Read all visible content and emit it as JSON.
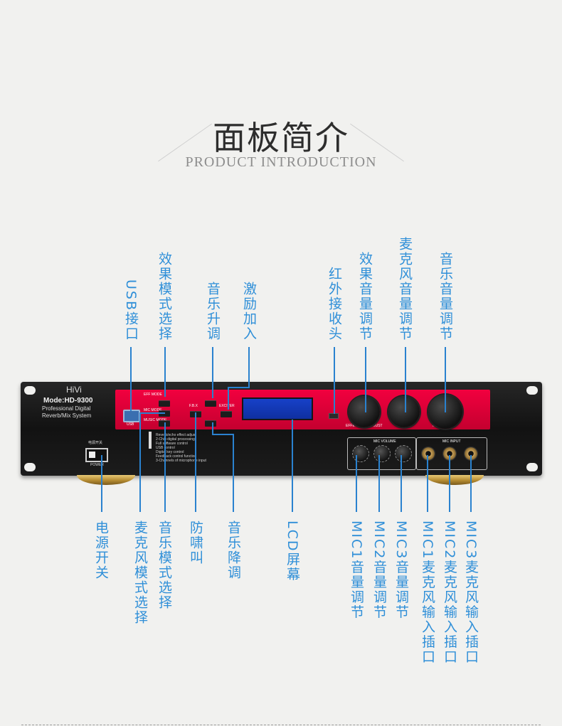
{
  "header": {
    "title": "面板简介",
    "subtitle": "PRODUCT INTRODUCTION"
  },
  "device": {
    "brand": "HiVi",
    "model": "Mode:HD-9300",
    "desc_line1": "Professional Digital",
    "desc_line2": "Reverb/Mix System",
    "usb_text": "USB",
    "eff_mode": "EFF MODE",
    "mic_mode": "MIC MODE",
    "music_mode": "MUSIC MODE",
    "fbx": "F.B.X",
    "exciter": "EXCITER",
    "effect_vol": "EFFECT VOL/ADJUST",
    "mic_vol": "MIC VOL",
    "music_vol": "MUSIC VOL",
    "mic_volume_header": "MIC VOLUME",
    "mic_input_header": "MIC INPUT",
    "power_text": "POWER",
    "power_zh": "电源开关",
    "features": [
      "Reverb/echo effect adjust",
      "2-Chip digital processing",
      "Full software control",
      "USB control",
      "Digital key control",
      "Feedback control function",
      "3-Channels of microphone input"
    ]
  },
  "labels_top": [
    {
      "id": "usb",
      "text": "USB接口"
    },
    {
      "id": "eff",
      "text": "效果模式选择"
    },
    {
      "id": "key-up",
      "text": "音乐升调"
    },
    {
      "id": "exciter",
      "text": "激励加入"
    },
    {
      "id": "ir",
      "text": "红外接收头"
    },
    {
      "id": "effect-vol",
      "text": "效果音量调节"
    },
    {
      "id": "mic-vol",
      "text": "麦克风音量调节"
    },
    {
      "id": "music-vol",
      "text": "音乐音量调节"
    }
  ],
  "labels_bottom": [
    {
      "id": "power",
      "text": "电源开关"
    },
    {
      "id": "mic-mode",
      "text": "麦克风模式选择"
    },
    {
      "id": "music-mode",
      "text": "音乐模式选择"
    },
    {
      "id": "anti-howl",
      "text": "防啸叫"
    },
    {
      "id": "key-down",
      "text": "音乐降调"
    },
    {
      "id": "lcd",
      "text": "LCD屏幕"
    },
    {
      "id": "mic1-vol",
      "text": "MIC1音量调节"
    },
    {
      "id": "mic2-vol",
      "text": "MIC2音量调节"
    },
    {
      "id": "mic3-vol",
      "text": "MIC3音量调节"
    },
    {
      "id": "mic1-in",
      "text": "MIC1麦克风输入插口"
    },
    {
      "id": "mic2-in",
      "text": "MIC2麦克风输入插口"
    },
    {
      "id": "mic3-in",
      "text": "MIC3麦克风输入插口"
    }
  ],
  "colors": {
    "label": "#2f8fd8",
    "leader": "#2a82cf",
    "faceplate": "#e0003a",
    "lcd": "#1741c8",
    "background": "#f1f1ef"
  }
}
